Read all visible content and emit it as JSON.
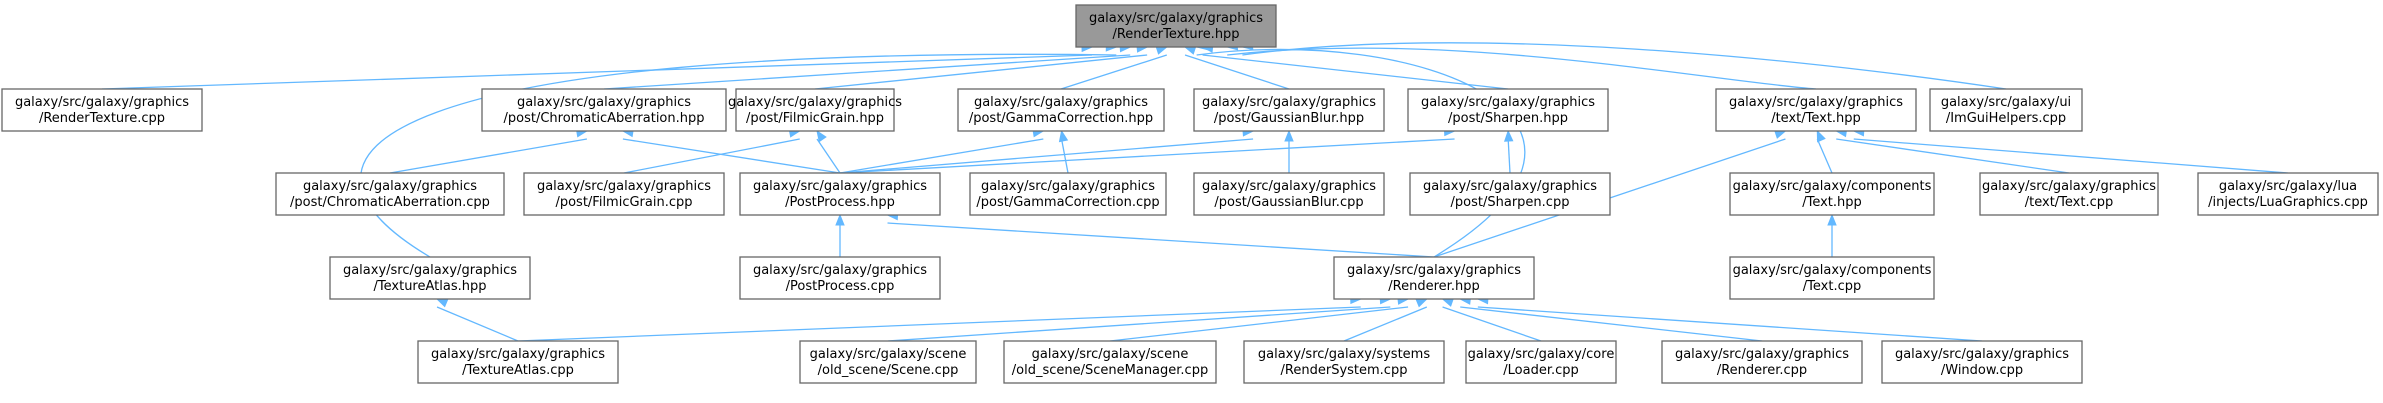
{
  "nodes": {
    "rendertexture_hpp": [
      "galaxy/src/galaxy/graphics",
      "/RenderTexture.hpp"
    ],
    "rendertexture_cpp": [
      "galaxy/src/galaxy/graphics",
      "/RenderTexture.cpp"
    ],
    "chromatic_hpp": [
      "galaxy/src/galaxy/graphics",
      "/post/ChromaticAberration.hpp"
    ],
    "filmic_hpp": [
      "galaxy/src/galaxy/graphics",
      "/post/FilmicGrain.hpp"
    ],
    "gamma_hpp": [
      "galaxy/src/galaxy/graphics",
      "/post/GammaCorrection.hpp"
    ],
    "gaussian_hpp": [
      "galaxy/src/galaxy/graphics",
      "/post/GaussianBlur.hpp"
    ],
    "sharpen_hpp": [
      "galaxy/src/galaxy/graphics",
      "/post/Sharpen.hpp"
    ],
    "text_hpp": [
      "galaxy/src/galaxy/graphics",
      "/text/Text.hpp"
    ],
    "imgui_cpp": [
      "galaxy/src/galaxy/ui",
      "/ImGuiHelpers.cpp"
    ],
    "chromatic_cpp": [
      "galaxy/src/galaxy/graphics",
      "/post/ChromaticAberration.cpp"
    ],
    "filmic_cpp": [
      "galaxy/src/galaxy/graphics",
      "/post/FilmicGrain.cpp"
    ],
    "postprocess_hpp": [
      "galaxy/src/galaxy/graphics",
      "/PostProcess.hpp"
    ],
    "gamma_cpp": [
      "galaxy/src/galaxy/graphics",
      "/post/GammaCorrection.cpp"
    ],
    "gaussian_cpp": [
      "galaxy/src/galaxy/graphics",
      "/post/GaussianBlur.cpp"
    ],
    "sharpen_cpp": [
      "galaxy/src/galaxy/graphics",
      "/post/Sharpen.cpp"
    ],
    "components_text_hpp": [
      "galaxy/src/galaxy/components",
      "/Text.hpp"
    ],
    "text_cpp": [
      "galaxy/src/galaxy/graphics",
      "/text/Text.cpp"
    ],
    "luagraphics_cpp": [
      "galaxy/src/galaxy/lua",
      "/injects/LuaGraphics.cpp"
    ],
    "textureatlas_hpp": [
      "galaxy/src/galaxy/graphics",
      "/TextureAtlas.hpp"
    ],
    "postprocess_cpp": [
      "galaxy/src/galaxy/graphics",
      "/PostProcess.cpp"
    ],
    "renderer_hpp": [
      "galaxy/src/galaxy/graphics",
      "/Renderer.hpp"
    ],
    "components_text_cpp": [
      "galaxy/src/galaxy/components",
      "/Text.cpp"
    ],
    "textureatlas_cpp": [
      "galaxy/src/galaxy/graphics",
      "/TextureAtlas.cpp"
    ],
    "scene_cpp": [
      "galaxy/src/galaxy/scene",
      "/old_scene/Scene.cpp"
    ],
    "scenemanager_cpp": [
      "galaxy/src/galaxy/scene",
      "/old_scene/SceneManager.cpp"
    ],
    "rendersystem_cpp": [
      "galaxy/src/galaxy/systems",
      "/RenderSystem.cpp"
    ],
    "loader_cpp": [
      "galaxy/src/galaxy/core",
      "/Loader.cpp"
    ],
    "renderer_cpp": [
      "galaxy/src/galaxy/graphics",
      "/Renderer.cpp"
    ],
    "window_cpp": [
      "galaxy/src/galaxy/graphics",
      "/Window.cpp"
    ]
  },
  "root": "rendertexture_hpp",
  "edges": [
    [
      "rendertexture_cpp",
      "rendertexture_hpp"
    ],
    [
      "chromatic_hpp",
      "rendertexture_hpp"
    ],
    [
      "filmic_hpp",
      "rendertexture_hpp"
    ],
    [
      "gamma_hpp",
      "rendertexture_hpp"
    ],
    [
      "gaussian_hpp",
      "rendertexture_hpp"
    ],
    [
      "sharpen_hpp",
      "rendertexture_hpp"
    ],
    [
      "text_hpp",
      "rendertexture_hpp"
    ],
    [
      "imgui_cpp",
      "rendertexture_hpp"
    ],
    [
      "textureatlas_hpp",
      "rendertexture_hpp"
    ],
    [
      "renderer_hpp",
      "rendertexture_hpp"
    ],
    [
      "chromatic_cpp",
      "chromatic_hpp"
    ],
    [
      "postprocess_hpp",
      "chromatic_hpp"
    ],
    [
      "filmic_cpp",
      "filmic_hpp"
    ],
    [
      "postprocess_hpp",
      "filmic_hpp"
    ],
    [
      "postprocess_hpp",
      "gamma_hpp"
    ],
    [
      "gamma_cpp",
      "gamma_hpp"
    ],
    [
      "postprocess_hpp",
      "gaussian_hpp"
    ],
    [
      "gaussian_cpp",
      "gaussian_hpp"
    ],
    [
      "postprocess_hpp",
      "sharpen_hpp"
    ],
    [
      "sharpen_cpp",
      "sharpen_hpp"
    ],
    [
      "renderer_hpp",
      "text_hpp"
    ],
    [
      "components_text_hpp",
      "text_hpp"
    ],
    [
      "text_cpp",
      "text_hpp"
    ],
    [
      "luagraphics_cpp",
      "text_hpp"
    ],
    [
      "postprocess_cpp",
      "postprocess_hpp"
    ],
    [
      "renderer_hpp",
      "postprocess_hpp"
    ],
    [
      "components_text_cpp",
      "components_text_hpp"
    ],
    [
      "textureatlas_cpp",
      "textureatlas_hpp"
    ],
    [
      "textureatlas_cpp",
      "renderer_hpp"
    ],
    [
      "scene_cpp",
      "renderer_hpp"
    ],
    [
      "scenemanager_cpp",
      "renderer_hpp"
    ],
    [
      "rendersystem_cpp",
      "renderer_hpp"
    ],
    [
      "loader_cpp",
      "renderer_hpp"
    ],
    [
      "renderer_cpp",
      "renderer_hpp"
    ],
    [
      "window_cpp",
      "renderer_hpp"
    ]
  ]
}
